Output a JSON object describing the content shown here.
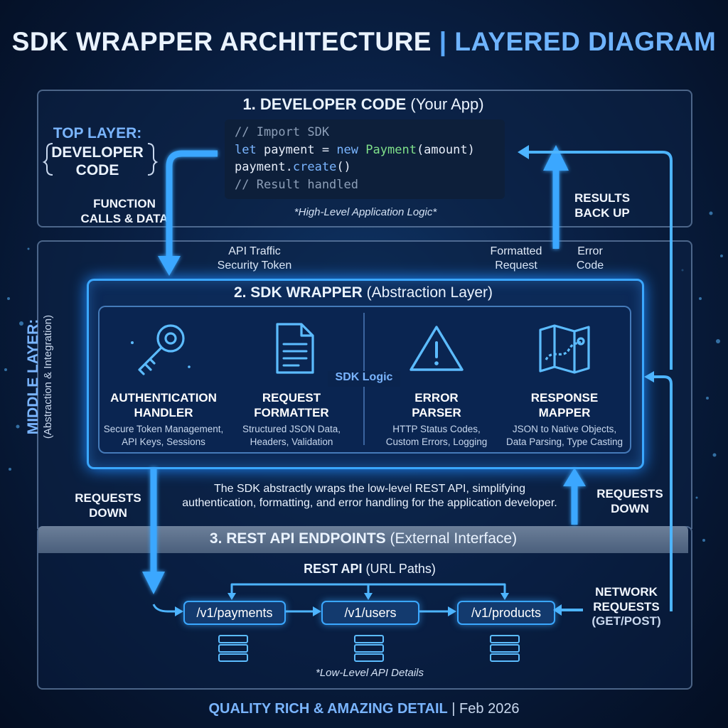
{
  "title": {
    "main": "SDK WRAPPER ARCHITECTURE",
    "sep": "|",
    "sub": "LAYERED DIAGRAM"
  },
  "layer1": {
    "title_bold": "1. DEVELOPER CODE",
    "title_rest": "(Your App)",
    "side_top": "TOP LAYER:",
    "side_label_1": "DEVELOPER",
    "side_label_2": "CODE",
    "code": {
      "line1": "// Import SDK",
      "line2_kw1": "let",
      "line2_var": " payment = ",
      "line2_kw2": "new",
      "line2_cls": "Payment",
      "line2_args": "(amount)",
      "line3_obj": "payment.",
      "line3_fn": "create",
      "line3_end": "()",
      "line4": "// Result handled"
    },
    "note": "*High-Level Application Logic*"
  },
  "labels": {
    "function_calls": "FUNCTION\nCALLS & DATA",
    "results_back": "RESULTS\nBACK UP",
    "api_traffic": "API Traffic\nSecurity Token",
    "formatted_request": "Formatted\nRequest",
    "error_code": "Error\nCode",
    "requests_down_left": "REQUESTS\nDOWN",
    "requests_down_right": "REQUESTS\nDOWN",
    "network_requests": "NETWORK\nREQUESTS",
    "get_post": "(GET/POST)"
  },
  "middle_layer": {
    "title": "MIDDLE LAYER:",
    "subtitle": "(Abstraction & Integration)"
  },
  "layer2": {
    "title_bold": "2. SDK WRAPPER",
    "title_rest": "(Abstraction Layer)",
    "sdk_logic": "SDK Logic",
    "components": [
      {
        "icon": "key-icon",
        "title": "AUTHENTICATION\nHANDLER",
        "desc": "Secure Token Management,\nAPI Keys, Sessions"
      },
      {
        "icon": "document-icon",
        "title": "REQUEST\nFORMATTER",
        "desc": "Structured JSON Data,\nHeaders, Validation"
      },
      {
        "icon": "warning-icon",
        "title": "ERROR\nPARSER",
        "desc": "HTTP Status Codes,\nCustom Errors, Logging"
      },
      {
        "icon": "map-icon",
        "title": "RESPONSE\nMAPPER",
        "desc": "JSON to Native Objects,\nData Parsing, Type Casting"
      }
    ],
    "summary": "The SDK abstractly wraps the low-level REST API, simplifying\nauthentication, formatting, and error handling for the application developer."
  },
  "layer3": {
    "title_bold": "3. REST API ENDPOINTS",
    "title_rest": "(External Interface)",
    "rest_bold": "REST API",
    "rest_rest": "(URL Paths)",
    "endpoints": [
      "/v1/payments",
      "/v1/users",
      "/v1/products"
    ],
    "note": "*Low-Level API Details"
  },
  "footer": {
    "bold": "QUALITY RICH & AMAZING DETAIL",
    "sep": "|",
    "date": "Feb 2026"
  },
  "colors": {
    "accent": "#3aa7ff",
    "background": "#0a2248",
    "green_code": "#7fe08a"
  }
}
